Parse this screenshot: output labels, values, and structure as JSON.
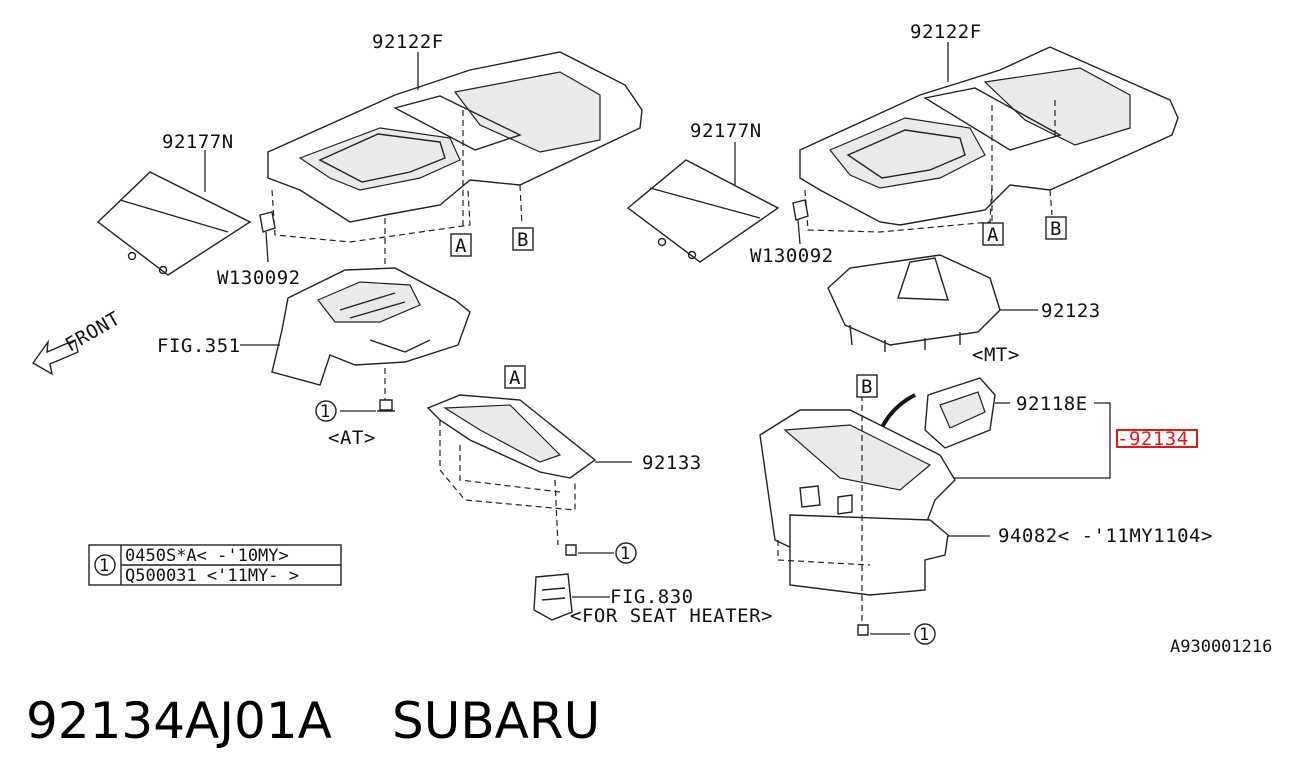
{
  "labels": {
    "l_92122f_left": "92122F",
    "l_92122f_right": "92122F",
    "l_92177n_left": "92177N",
    "l_92177n_right": "92177N",
    "l_w130092_left": "W130092",
    "l_w130092_right": "W130092",
    "l_fig351": "FIG.351",
    "l_front": "FRONT",
    "l_at": "<AT>",
    "l_mt": "<MT>",
    "l_92123": "92123",
    "l_92133": "92133",
    "l_92118e": "92118E",
    "l_92134": "-92134",
    "l_94082": "94082< -'11MY1104>",
    "l_fig830": "FIG.830",
    "l_seat": "<FOR SEAT HEATER>",
    "l_ref": "A930001216"
  },
  "markers": {
    "a": "A",
    "b": "B",
    "one": "1"
  },
  "legend_table": {
    "key": "1",
    "rows": [
      "0450S*A< -'10MY>",
      "Q500031 <'11MY- >"
    ]
  },
  "footer": {
    "part_number": "92134AJ01A",
    "brand": "SUBARU"
  },
  "colors": {
    "highlight": "#e01b1b",
    "line": "#222222"
  }
}
